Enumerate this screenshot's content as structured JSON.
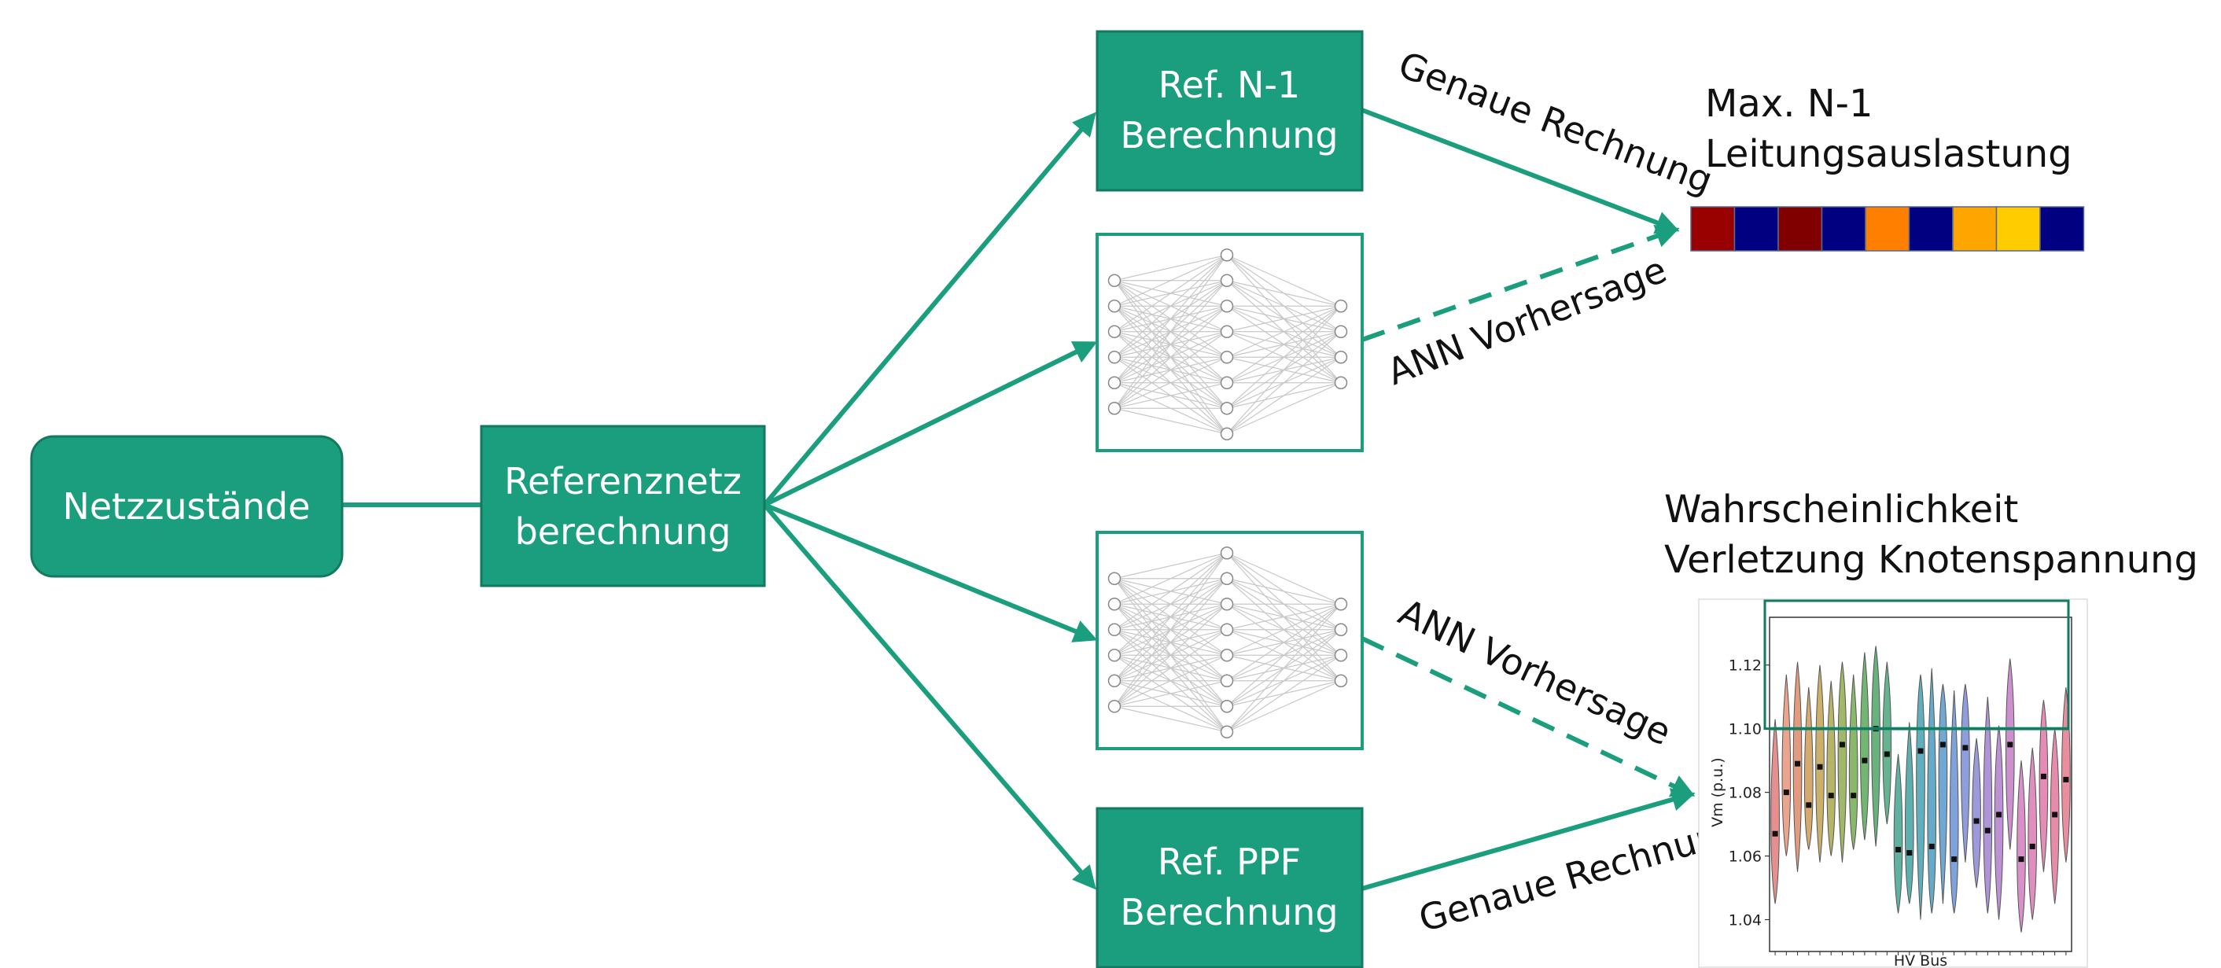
{
  "colors": {
    "primary": "#1a9e7d",
    "box_stroke": "#137a60",
    "arrow": "#1a9e7d",
    "nn_line": "#c8c8c8",
    "nn_node": "#888888"
  },
  "nodes": {
    "netzzustaende": {
      "lines": [
        "Netzzustände"
      ]
    },
    "referenznetz": {
      "lines": [
        "Referenznetz",
        "berechnung"
      ]
    },
    "ref_n1": {
      "lines": [
        "Ref. N-1",
        "Berechnung"
      ]
    },
    "ref_ppf": {
      "lines": [
        "Ref. PPF",
        "Berechnung"
      ]
    }
  },
  "arrows": {
    "exact_top": "Genaue Rechnung",
    "ann_top": "ANN Vorhersage",
    "ann_bottom": "ANN Vorhersage",
    "exact_bottom": "Genaue Rechnung"
  },
  "outputs": {
    "line_loading": {
      "title": [
        "Max. N-1",
        "Leitungsauslastung"
      ],
      "cell_colors": [
        "#990000",
        "#000080",
        "#800000",
        "#000080",
        "#ff8000",
        "#000080",
        "#ffa500",
        "#ffcc00",
        "#000080"
      ]
    },
    "voltage": {
      "title": [
        "Wahrscheinlichkeit",
        "Verletzung Knotenspannung"
      ]
    }
  },
  "neural_network": {
    "layers": [
      6,
      8,
      4
    ]
  },
  "chart_data": {
    "type": "violin",
    "xlabel": "HV Bus",
    "ylabel": "Vm (p.u.)",
    "ylim": [
      1.03,
      1.135
    ],
    "yticks": [
      "1.04",
      "1.06",
      "1.08",
      "1.10",
      "1.12"
    ],
    "threshold": 1.1,
    "series": [
      {
        "color": "#e07b7b",
        "min": 1.045,
        "max": 1.103,
        "median": 1.067
      },
      {
        "color": "#e5957a",
        "min": 1.06,
        "max": 1.117,
        "median": 1.08
      },
      {
        "color": "#de8a6a",
        "min": 1.055,
        "max": 1.121,
        "median": 1.089
      },
      {
        "color": "#cf9a55",
        "min": 1.062,
        "max": 1.113,
        "median": 1.076
      },
      {
        "color": "#c1a24e",
        "min": 1.058,
        "max": 1.12,
        "median": 1.088
      },
      {
        "color": "#a9a84c",
        "min": 1.06,
        "max": 1.115,
        "median": 1.079
      },
      {
        "color": "#8fac4c",
        "min": 1.058,
        "max": 1.121,
        "median": 1.095
      },
      {
        "color": "#74ac52",
        "min": 1.062,
        "max": 1.117,
        "median": 1.079
      },
      {
        "color": "#5ba85a",
        "min": 1.065,
        "max": 1.124,
        "median": 1.09
      },
      {
        "color": "#4fa566",
        "min": 1.063,
        "max": 1.126,
        "median": 1.1
      },
      {
        "color": "#4aa77a",
        "min": 1.07,
        "max": 1.121,
        "median": 1.092
      },
      {
        "color": "#44a38e",
        "min": 1.042,
        "max": 1.092,
        "median": 1.062
      },
      {
        "color": "#42a1a0",
        "min": 1.045,
        "max": 1.102,
        "median": 1.061
      },
      {
        "color": "#45a0b1",
        "min": 1.04,
        "max": 1.117,
        "median": 1.093
      },
      {
        "color": "#4a9cc0",
        "min": 1.042,
        "max": 1.119,
        "median": 1.063
      },
      {
        "color": "#5898cb",
        "min": 1.045,
        "max": 1.114,
        "median": 1.095
      },
      {
        "color": "#6a92d3",
        "min": 1.042,
        "max": 1.112,
        "median": 1.059
      },
      {
        "color": "#7a8dd6",
        "min": 1.058,
        "max": 1.114,
        "median": 1.094
      },
      {
        "color": "#8c88d4",
        "min": 1.05,
        "max": 1.097,
        "median": 1.071
      },
      {
        "color": "#9f83d0",
        "min": 1.042,
        "max": 1.11,
        "median": 1.068
      },
      {
        "color": "#b27ecb",
        "min": 1.04,
        "max": 1.101,
        "median": 1.073
      },
      {
        "color": "#c47cc6",
        "min": 1.062,
        "max": 1.122,
        "median": 1.095
      },
      {
        "color": "#d27bbe",
        "min": 1.036,
        "max": 1.09,
        "median": 1.059
      },
      {
        "color": "#db79b4",
        "min": 1.04,
        "max": 1.094,
        "median": 1.063
      },
      {
        "color": "#e078a7",
        "min": 1.055,
        "max": 1.109,
        "median": 1.085
      },
      {
        "color": "#e27899",
        "min": 1.045,
        "max": 1.1,
        "median": 1.073
      },
      {
        "color": "#e57a8b",
        "min": 1.058,
        "max": 1.113,
        "median": 1.084
      }
    ]
  }
}
